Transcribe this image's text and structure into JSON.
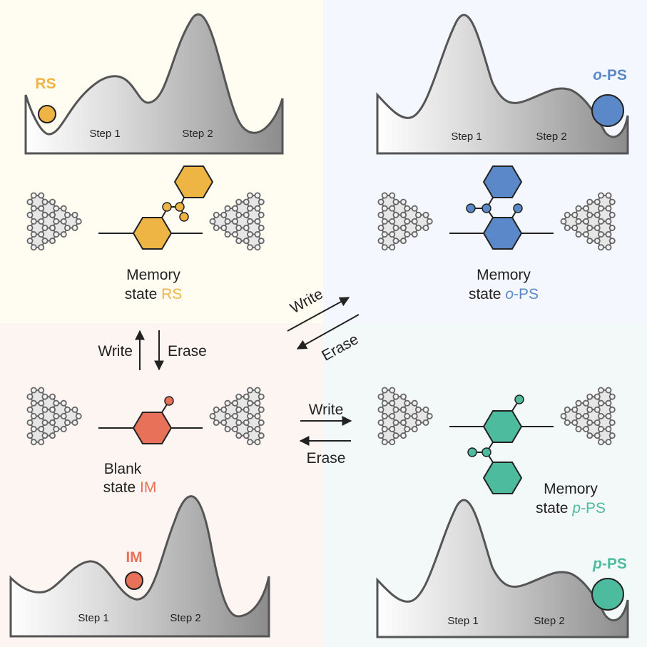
{
  "colors": {
    "rs": "#eeb444",
    "ops": "#5b88c8",
    "pps": "#4dbb9e",
    "im": "#e8715a",
    "line": "#555555",
    "text": "#222222"
  },
  "panels": {
    "rs": {
      "state_label_line1": "Memory",
      "state_label_prefix": "state ",
      "state_name": "RS",
      "ball_label": "RS",
      "steps": [
        "Step 1",
        "Step 2"
      ]
    },
    "ops": {
      "state_label_line1": "Memory",
      "state_label_prefix": "state ",
      "state_name_italic": "o",
      "state_name_rest": "-PS",
      "ball_label_italic": "o",
      "ball_label_rest": "-PS",
      "steps": [
        "Step 1",
        "Step 2"
      ]
    },
    "im": {
      "state_label_line1": "Blank",
      "state_label_prefix": "state ",
      "state_name": "IM",
      "ball_label": "IM",
      "steps": [
        "Step 1",
        "Step 2"
      ]
    },
    "pps": {
      "state_label_line1": "Memory",
      "state_label_prefix": "state ",
      "state_name_italic": "p",
      "state_name_rest": "-PS",
      "ball_label_italic": "p",
      "ball_label_rest": "-PS",
      "steps": [
        "Step 1",
        "Step 2"
      ]
    }
  },
  "arrows": {
    "vertical": {
      "up_label": "Write",
      "down_label": "Erase"
    },
    "diagonal": {
      "up_label": "Write",
      "down_label": "Erase"
    },
    "horizontal": {
      "right_label": "Write",
      "left_label": "Erase"
    }
  }
}
